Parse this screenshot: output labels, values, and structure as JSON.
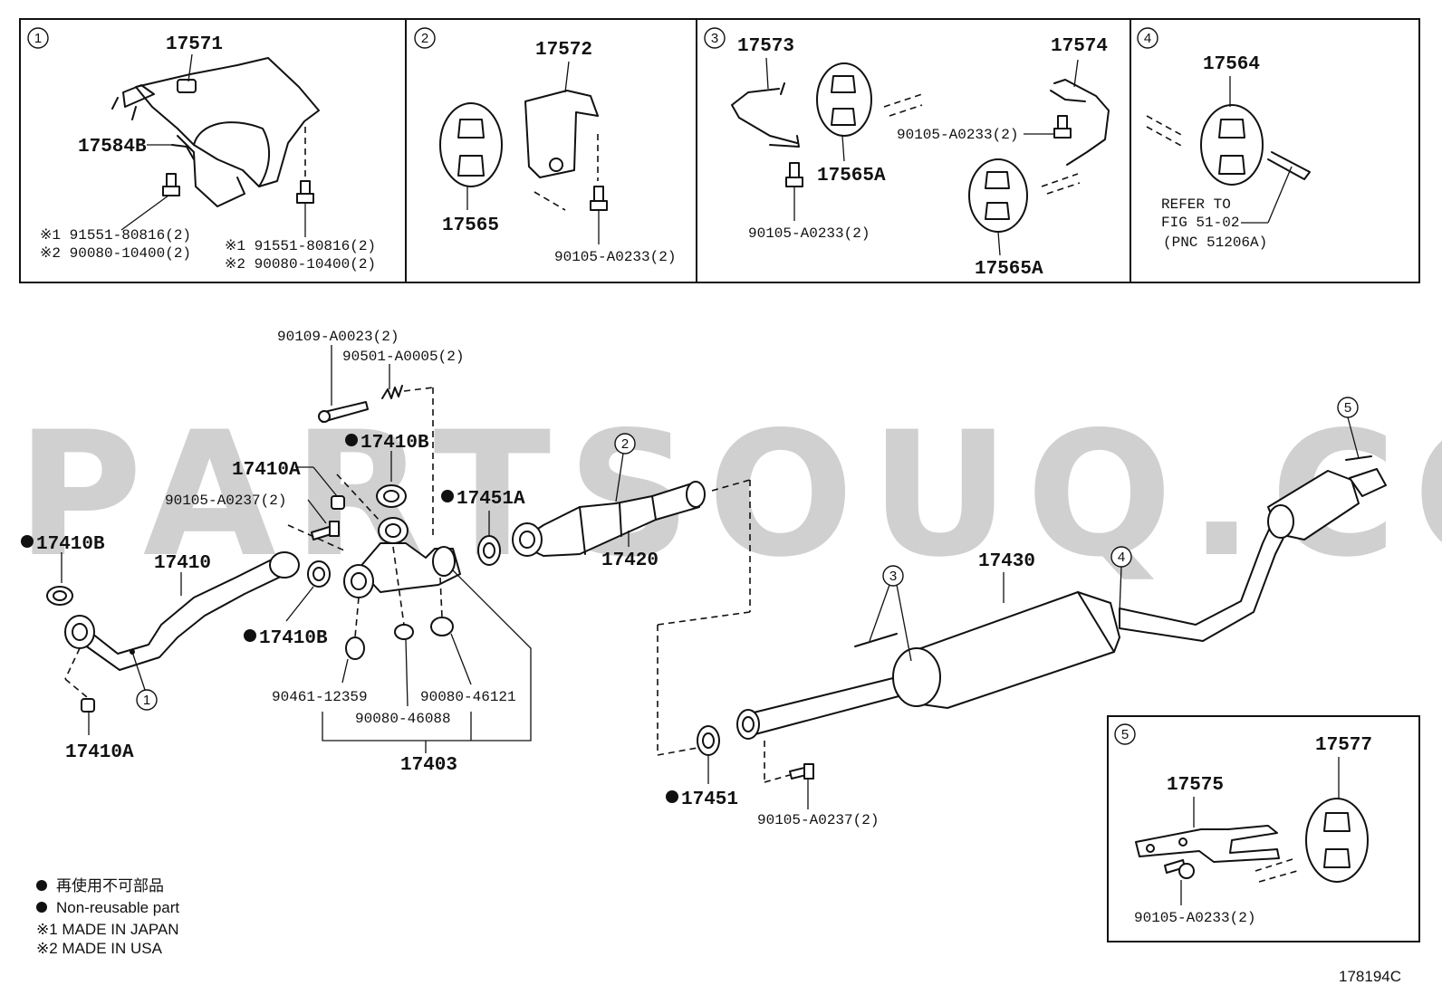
{
  "watermark": "PARTSOUQ.COM",
  "figure_id": "178194C",
  "legend": {
    "non_reusable_jp": "再使用不可部品",
    "non_reusable_en": "Non-reusable part",
    "note1": "※1 MADE IN JAPAN",
    "note2": "※2 MADE IN USA"
  },
  "insets": [
    {
      "number": "1",
      "labels": [
        "17571",
        "17584B",
        "※1 91551-80816(2)",
        "※2 90080-10400(2)",
        "※1 91551-80816(2)",
        "※2 90080-10400(2)"
      ]
    },
    {
      "number": "2",
      "labels": [
        "17572",
        "17565",
        "90105-A0233(2)"
      ]
    },
    {
      "number": "3",
      "labels": [
        "17573",
        "17574",
        "17565A",
        "90105-A0233(2)",
        "90105-A0233(2)",
        "17565A"
      ]
    },
    {
      "number": "4",
      "labels": [
        "17564",
        "REFER TO",
        "FIG 51-02",
        "(PNC 51206A)"
      ]
    },
    {
      "number": "5",
      "labels": [
        "17577",
        "17575",
        "90105-A0233(2)"
      ]
    }
  ],
  "main_labels": {
    "bolt_top": "90109-A0023(2)",
    "spring_top": "90501-A0005(2)",
    "gasket_17410b_top": "17410B",
    "part_17410a_top": "17410A",
    "bolt_left": "90105-A0237(2)",
    "gasket_17410b_left": "17410B",
    "pipe_17410": "17410",
    "gasket_17410b_mid": "17410B",
    "nut_17410a_bottom": "17410A",
    "gasket_17451a": "17451A",
    "converter_17420": "17420",
    "clamp_90461": "90461-12359",
    "clamp_90080_46088": "90080-46088",
    "clamp_90080_46121": "90080-46121",
    "assembly_17403": "17403",
    "muffler_17430": "17430",
    "gasket_17451": "17451",
    "bolt_bottom": "90105-A0237(2)"
  },
  "callouts": [
    "1",
    "2",
    "3",
    "4",
    "5"
  ]
}
